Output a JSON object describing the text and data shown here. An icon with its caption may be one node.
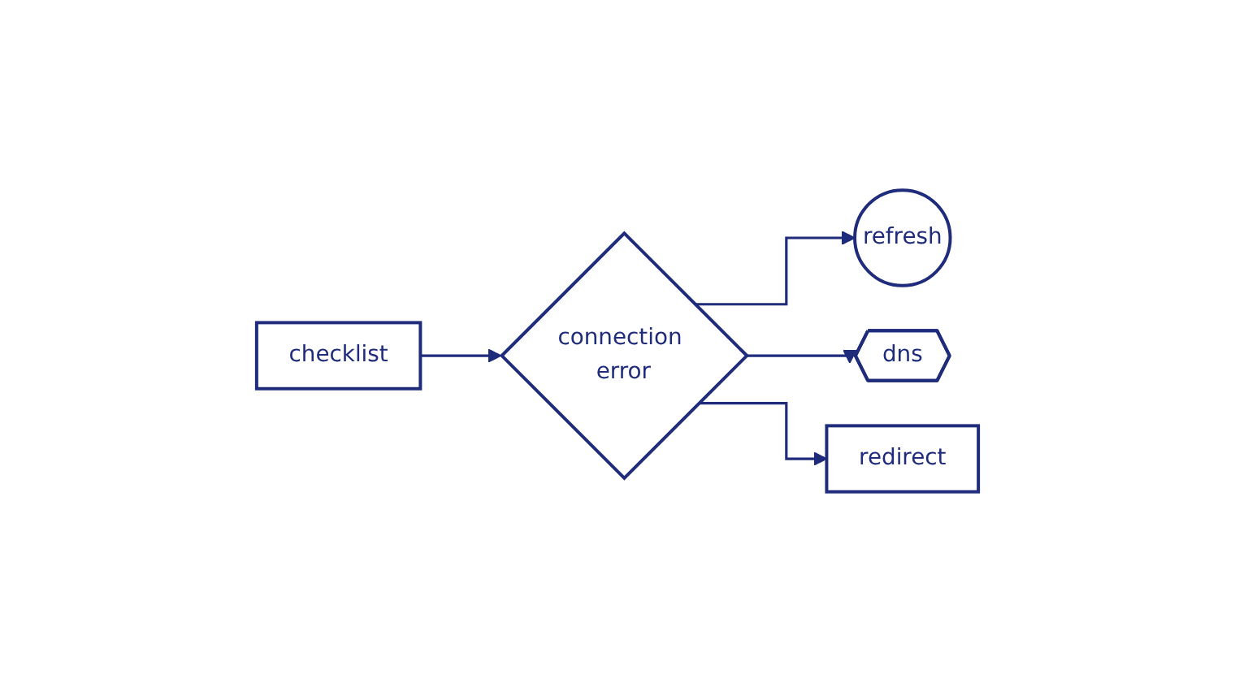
{
  "diagram": {
    "nodes": [
      {
        "text": [
          "checklist"
        ]
      },
      {
        "text": [
          "connection error"
        ]
      },
      {
        "text": [
          "refresh"
        ]
      },
      {
        "text": [
          "dns"
        ]
      },
      {
        "text": [
          "redirect"
        ]
      }
    ],
    "edges": [
      {
        "from": 0,
        "to": 1,
        "arrow": "to"
      },
      {
        "from": 1,
        "to": 2,
        "arrow": "to"
      },
      {
        "from": 1,
        "to": 3,
        "arrow": "to"
      },
      {
        "from": 1,
        "to": 4,
        "arrow": "to"
      }
    ]
  }
}
